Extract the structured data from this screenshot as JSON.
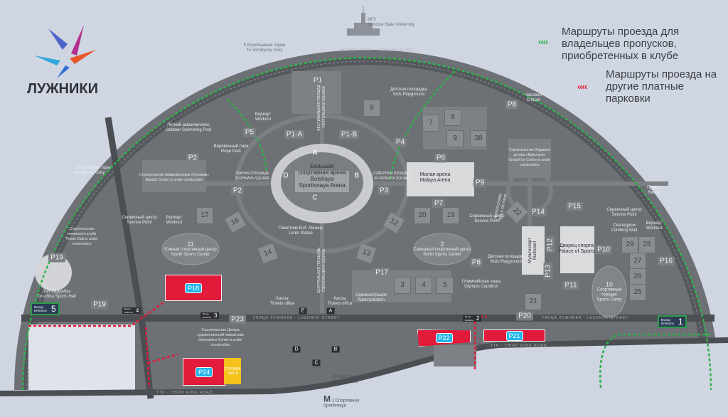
{
  "logo": {
    "text": "ЛУЖНИКИ"
  },
  "legend": [
    {
      "text": "Маршруты проезда для владельцев пропусков, приобретенных в клубе",
      "color": "#2db24a",
      "icon": "chevron-left-icon"
    },
    {
      "text": "Маршруты проезда на другие платные парковки",
      "color": "#e31b3a",
      "icon": "chevron-left-icon"
    }
  ],
  "landmarks": {
    "mgu": {
      "ru": "МГУ",
      "en": "Moscow State University"
    },
    "vorobyovy_dir": {
      "ru": "К Воробьевым горам",
      "en": "To Vorobyovy Gory"
    },
    "river": "МОСКВА-РЕКА · MOSKVA RIVER",
    "big_arena": {
      "ru": "Большая спортивная арена",
      "en": "Bolshaya Sportivnaya Arena",
      "sectors": [
        "A",
        "B",
        "C",
        "D"
      ]
    },
    "small_arena": {
      "ru": "Малая арена",
      "en": "Malaya Arena"
    },
    "palace": {
      "ru": "Дворец спорта",
      "en": "Palace of Sports"
    },
    "multisport": {
      "ru": "Мультиспорт",
      "en": "Multisport"
    },
    "south_center": {
      "num": "11",
      "ru": "Южный спортивный центр",
      "en": "South Sports Center"
    },
    "north_center": {
      "num": "2",
      "ru": "Северный спортивный центр",
      "en": "North Sports Center"
    },
    "sports_camp": {
      "num": "10",
      "ru": "Спортивный городок",
      "en": "Sports Camp"
    },
    "druzhba": {
      "ru": "Зал «Дружба»",
      "en": "Druzhba Sports Hall"
    },
    "lenin": {
      "ru": "Памятник В.И. Ленину",
      "en": "Lenin Statue"
    },
    "admin": {
      "ru": "Администрация",
      "en": "Administration"
    },
    "tickets": {
      "ru": "Кассы",
      "en": "Tickets office"
    },
    "cauldron": {
      "ru": "Олимпийская чаша",
      "en": "Olympic Cauldron"
    },
    "kids": {
      "ru": "Детская площадка",
      "en": "Kids Playground"
    },
    "workout": {
      "ru": "Воркаут",
      "en": "Workout"
    },
    "service": {
      "ru": "Сервисный центр",
      "en": "Service Point"
    },
    "climbing": {
      "ru": "Скалодром",
      "en": "Climbing Wall"
    },
    "rental": {
      "ru": "Прокат",
      "en": "Rental"
    },
    "rope": {
      "ru": "Верёвочный парк",
      "en": "Rope Park"
    },
    "pool": {
      "ru": "Летний аквакомплекс",
      "en": "Outdoor Swimming Pool"
    },
    "aquatic": {
      "ru": "Строительство Аквакомплекса «Лужники»",
      "en": "Aquatic Center is under construction"
    },
    "cristall": {
      "ru": "Строительство Ледового центра «Кристалл»",
      "en": "Cristall Ice Center is under construction"
    },
    "tennis": {
      "ru": "Строительство теннисного клуба",
      "en": "Tennis Club is under construction"
    },
    "gymnastics": {
      "ru": "Строительство Центра художественной гимнастики",
      "en": "Gymnastics Center is under construction"
    },
    "chapel": {
      "ru": "Часовня",
      "en": "Chapel"
    },
    "vorobyovy": {
      "num": "1",
      "ru": "Воробьёвы горы",
      "en": "Vorobyovy Gory"
    },
    "south_sq": {
      "ru": "ЮЖНАЯ ПЛОЩАДЬ",
      "en": "YUZHNAYA SQUARE"
    },
    "north_sq": {
      "ru": "СЕВЕРНАЯ ПЛОЩАДЬ",
      "en": "SEVERNAYA SQUARE"
    },
    "central_sq": {
      "ru": "ЦЕНТРАЛЬНАЯ ПЛОЩАДЬ",
      "en": "TSENTRALNAYA SQUARE"
    },
    "festival_sq": {
      "ru": "ФЕСТИВАЛЬНАЯ ПЛОЩАДЬ",
      "en": "FESTIVALNAYA SQUARE"
    },
    "walk_of_fame": {
      "ru": "АЛЛЕЯ СЛАВЫ",
      "en": "WALK OF FAME"
    },
    "taxi": "СТОЯНКА ТАКСИ",
    "mcc": {
      "num": "14",
      "ru": "МЦК Лужники",
      "en": "MCC Luzhniki"
    },
    "metro": {
      "num": "1",
      "ru": "Спортивная",
      "en": "Sportivnaya"
    },
    "gates": [
      "E",
      "A",
      "D",
      "B",
      "C"
    ]
  },
  "streets": {
    "luzhniki": "УЛИЦА ЛУЖНИКИ · LUZHNIKI STREET",
    "ttk": "ТТК · THIRD RING ROAD"
  },
  "parking": [
    "P1",
    "P1-A",
    "P1-B",
    "P5",
    "P4",
    "P2",
    "P2",
    "P3",
    "P6",
    "P7",
    "P9",
    "P8",
    "P8",
    "P14",
    "P15",
    "P12",
    "P13",
    "P11",
    "P10",
    "P16",
    "P17",
    "P19",
    "P19",
    "P20",
    "P23"
  ],
  "paid_lots": [
    "P18",
    "P22",
    "P21",
    "P24"
  ],
  "fields": [
    "6",
    "7",
    "8",
    "9",
    "38",
    "17",
    "16",
    "20",
    "19",
    "22",
    "12",
    "13",
    "14",
    "3",
    "4",
    "5",
    "21",
    "29",
    "28",
    "27",
    "26",
    "25"
  ],
  "exits": [
    {
      "label": "Въезд Entrance",
      "num": "5"
    },
    {
      "label": "Въезд Entrance",
      "num": "1"
    },
    {
      "label": "Въезд Entrance",
      "num": "4"
    },
    {
      "label": "Въезд Entrance",
      "num": "3"
    },
    {
      "label": "Въезд Entrance",
      "num": "2"
    }
  ],
  "colors": {
    "background": "#cfd6e2",
    "map": "#6d7075",
    "green_route": "#2db24a",
    "red_route": "#e31b3a",
    "parking_lot": "#e31b3a",
    "taxi": "#f5c21b"
  }
}
